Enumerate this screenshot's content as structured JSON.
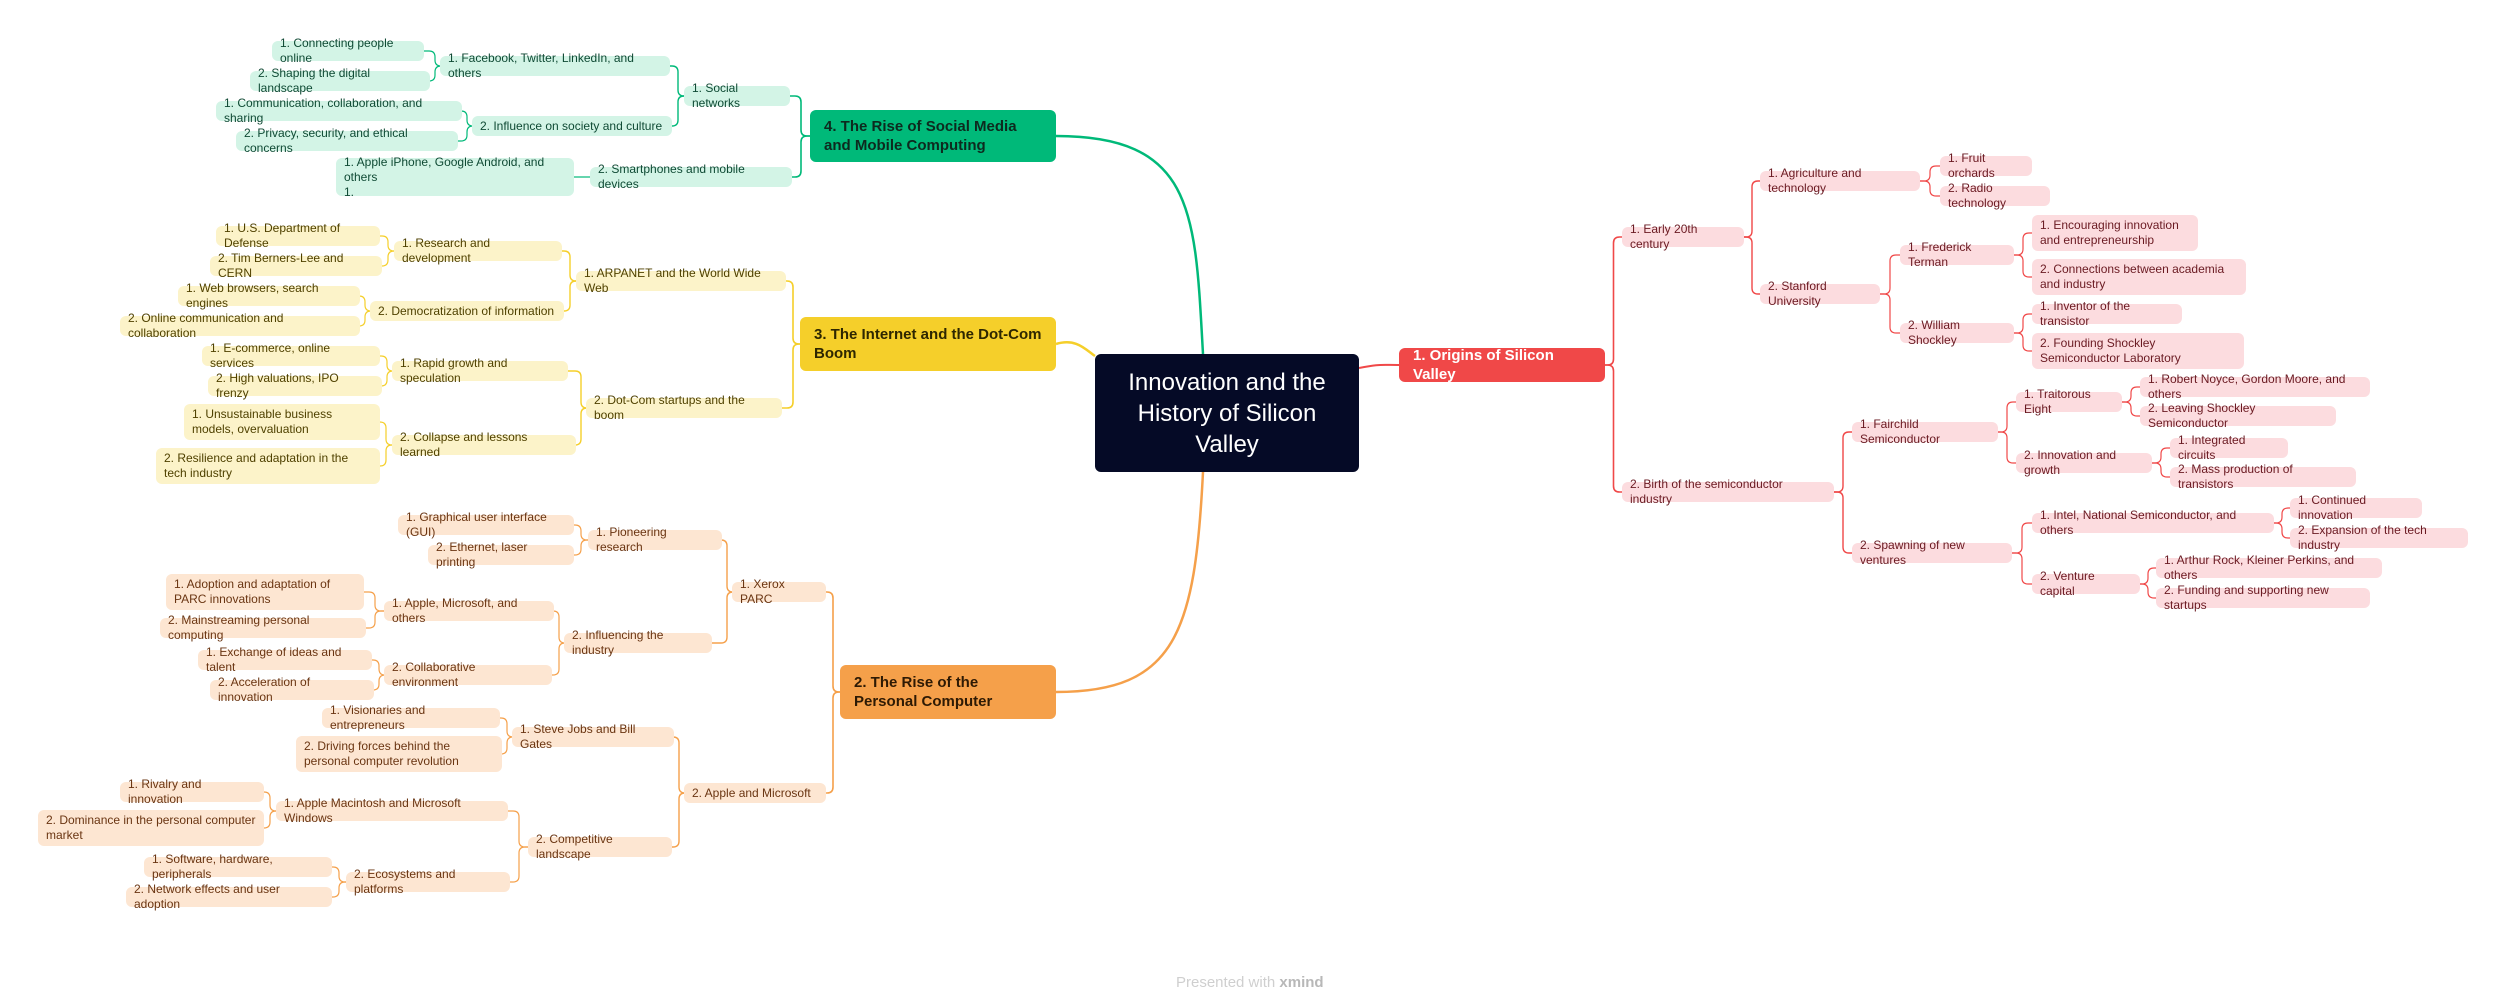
{
  "central": "Innovation and the History of Silicon Valley",
  "branches": {
    "origins": {
      "label": "1. Origins of Silicon Valley",
      "early": {
        "label": "1. Early 20th century",
        "agri": {
          "label": "1. Agriculture and technology",
          "a": "1. Fruit orchards",
          "b": "2. Radio technology"
        },
        "stanford": {
          "label": "2. Stanford University",
          "terman": {
            "label": "1. Frederick Terman",
            "a": "1. Encouraging innovation and entrepreneurship",
            "b": "2. Connections between academia and industry"
          },
          "shockley": {
            "label": "2. William Shockley",
            "a": "1. Inventor of the transistor",
            "b": "2. Founding Shockley Semiconductor Laboratory"
          }
        }
      },
      "semi": {
        "label": "2. Birth of the semiconductor industry",
        "fairchild": {
          "label": "1. Fairchild Semiconductor",
          "traitorous": {
            "label": "1. Traitorous Eight",
            "a": "1. Robert Noyce, Gordon Moore, and others",
            "b": "2. Leaving Shockley Semiconductor"
          },
          "growth": {
            "label": "2. Innovation and growth",
            "a": "1. Integrated circuits",
            "b": "2. Mass production of transistors"
          }
        },
        "spawning": {
          "label": "2. Spawning of new ventures",
          "intel": {
            "label": "1. Intel, National Semiconductor, and others",
            "a": "1. Continued innovation",
            "b": "2. Expansion of the tech industry"
          },
          "vc": {
            "label": "2. Venture capital",
            "a": "1. Arthur Rock, Kleiner Perkins, and others",
            "b": "2. Funding and supporting new startups"
          }
        }
      }
    },
    "pc": {
      "label": "2. The Rise of the Personal Computer",
      "parc": {
        "label": "1. Xerox PARC",
        "research": {
          "label": "1. Pioneering research",
          "a": "1. Graphical user interface (GUI)",
          "b": "2. Ethernet, laser printing"
        },
        "influence": {
          "label": "2. Influencing the industry",
          "apple": {
            "label": "1. Apple, Microsoft, and others",
            "a": "1. Adoption and adaptation of PARC innovations",
            "b": "2. Mainstreaming personal computing"
          },
          "collab": {
            "label": "2. Collaborative environment",
            "a": "1. Exchange of ideas and talent",
            "b": "2. Acceleration of innovation"
          }
        }
      },
      "am": {
        "label": "2. Apple and Microsoft",
        "jobs": {
          "label": "1. Steve Jobs and Bill Gates",
          "a": "1. Visionaries and entrepreneurs",
          "b": "2. Driving forces behind the personal computer revolution"
        },
        "comp": {
          "label": "2. Competitive landscape",
          "macwin": {
            "label": "1. Apple Macintosh and Microsoft Windows",
            "a": "1. Rivalry and innovation",
            "b": "2. Dominance in the personal computer market"
          },
          "eco": {
            "label": "2. Ecosystems and platforms",
            "a": "1. Software, hardware, peripherals",
            "b": "2. Network effects and user adoption"
          }
        }
      }
    },
    "internet": {
      "label": "3. The Internet and the Dot-Com Boom",
      "arpa": {
        "label": "1. ARPANET and the World Wide Web",
        "rd": {
          "label": "1. Research and development",
          "a": "1. U.S. Department of Defense",
          "b": "2. Tim Berners-Lee and CERN"
        },
        "demo": {
          "label": "2. Democratization of information",
          "a": "1. Web browsers, search engines",
          "b": "2. Online communication and collaboration"
        }
      },
      "dotcom": {
        "label": "2. Dot-Com startups and the boom",
        "rapid": {
          "label": "1. Rapid growth and speculation",
          "a": "1. E-commerce, online services",
          "b": "2. High valuations, IPO frenzy"
        },
        "collapse": {
          "label": "2. Collapse and lessons learned",
          "a": "1. Unsustainable business models, overvaluation",
          "b": "2. Resilience and adaptation in the tech industry"
        }
      }
    },
    "social": {
      "label": "4. The Rise of Social Media and Mobile Computing",
      "networks": {
        "label": "1. Social networks",
        "fb": {
          "label": "1. Facebook, Twitter, LinkedIn, and others",
          "a": "1. Connecting people online",
          "b": "2. Shaping the digital landscape"
        },
        "inf": {
          "label": "2. Influence on society and culture",
          "a": "1. Communication, collaboration, and sharing",
          "b": "2. Privacy, security, and ethical concerns"
        }
      },
      "phones": {
        "label": "2. Smartphones and mobile devices",
        "a": "1. Apple iPhone, Google Android, and others",
        "a2": "1."
      }
    }
  },
  "footer": {
    "prefix": "Presented with ",
    "brand": "xmind"
  },
  "colors": {
    "origins": "#f04848",
    "pc": "#f5a04a",
    "internet": "#f5cf2a",
    "social": "#00b979",
    "central": "#050a26"
  }
}
